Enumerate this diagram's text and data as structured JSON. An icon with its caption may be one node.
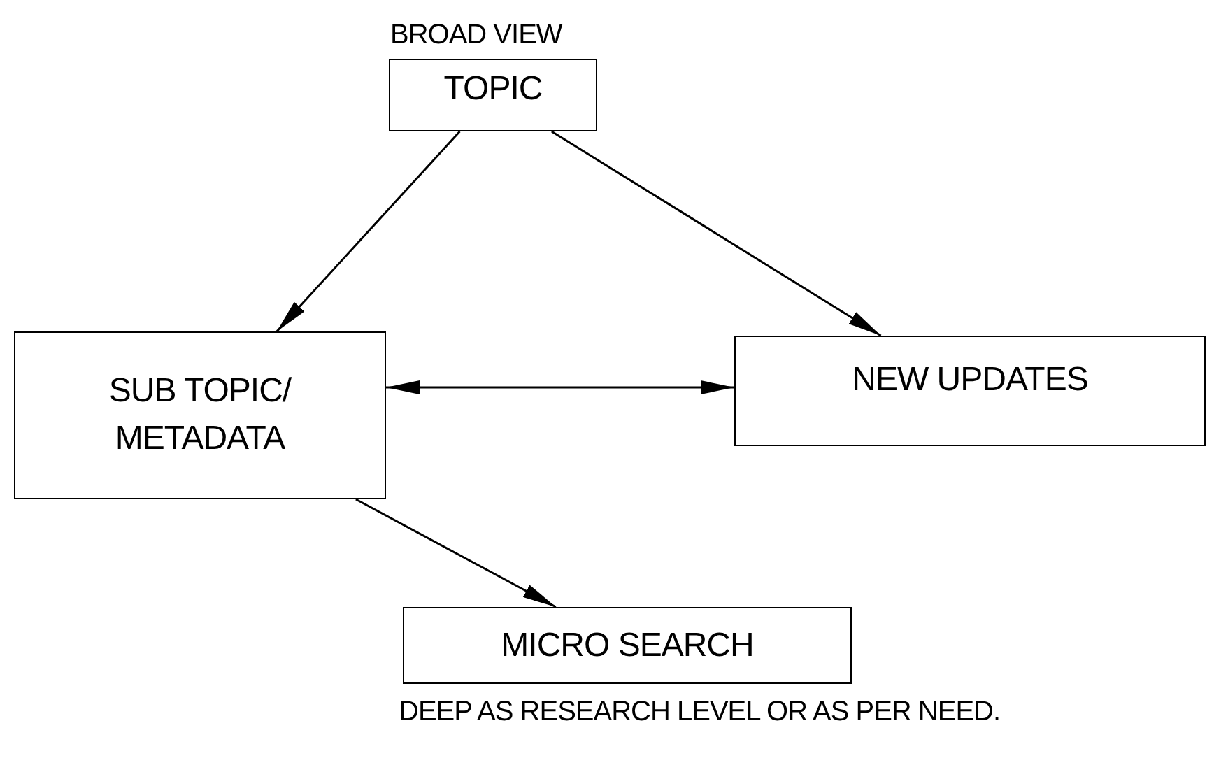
{
  "diagram": {
    "nodes": [
      {
        "text": [
          "TOPIC"
        ],
        "beside": [
          "BROAD VIEW"
        ]
      },
      {
        "text": [
          "SUB TOPIC/ METADATA"
        ]
      },
      {
        "text": [
          "NEW UPDATES"
        ]
      },
      {
        "text": [
          "MICRO SEARCH"
        ],
        "beside": [
          "DEEP AS RESEARCH LEVEL OR AS PER NEED."
        ]
      }
    ],
    "edges": [
      {
        "from": 0,
        "to": 1,
        "arrow": "to"
      },
      {
        "from": 0,
        "to": 2,
        "arrow": "to"
      },
      {
        "from": 1,
        "to": 2,
        "arrow": "both"
      },
      {
        "from": 1,
        "to": 3,
        "arrow": "to"
      }
    ]
  }
}
